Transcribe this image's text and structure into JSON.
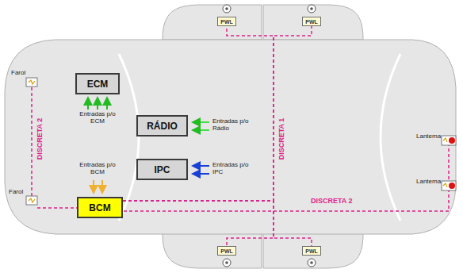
{
  "diagram": {
    "nodes": [
      {
        "text": [
          "PWL"
        ]
      },
      {
        "text": [
          "PWL"
        ]
      },
      {
        "text": [
          "ECM"
        ]
      },
      {
        "text": [
          "RÁDIO"
        ]
      },
      {
        "text": [
          "IPC"
        ]
      },
      {
        "text": [
          "BCM"
        ]
      },
      {
        "text": [
          "PWL"
        ]
      },
      {
        "text": [
          "PWL"
        ]
      }
    ],
    "edges": [
      {
        "from": 5,
        "to": 0,
        "arrow": "none"
      },
      {
        "from": 5,
        "to": 1,
        "arrow": "none"
      },
      {
        "from": 5,
        "to": 6,
        "arrow": "none"
      },
      {
        "from": 5,
        "to": 7,
        "arrow": "none"
      }
    ],
    "labels": [
      "Farol",
      "Entradas p/o ECM",
      "Entradas p/o BCM",
      "DISCRETA 2",
      "Farol",
      "Entradas p/o Rádio",
      "Entradas p/o IPC",
      "DISCRETA 1",
      "DISCRETA 2",
      "Lantema",
      "Lantema"
    ]
  }
}
